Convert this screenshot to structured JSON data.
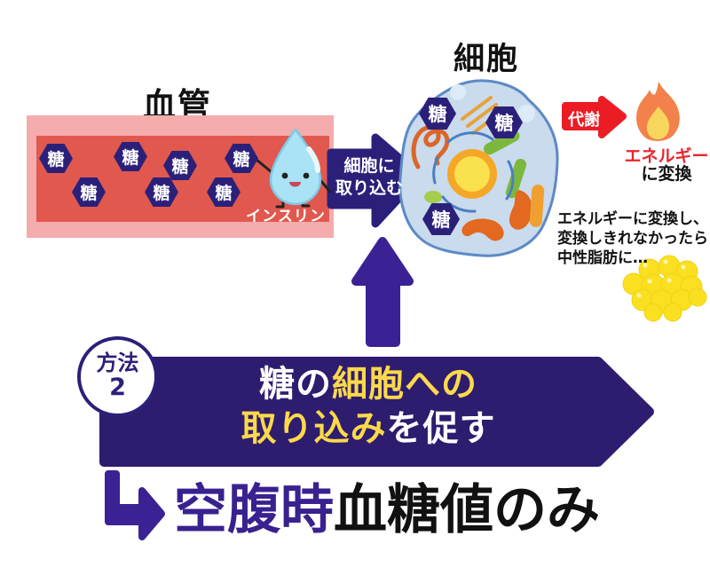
{
  "vessel": {
    "label": "血管",
    "sugar_label": "糖"
  },
  "cell": {
    "label": "細胞",
    "sugar_label": "糖"
  },
  "insulin": {
    "label": "インスリン"
  },
  "uptake_arrow": {
    "line1": "細胞に",
    "line2": "取り込む"
  },
  "metabolism_arrow": {
    "label": "代謝"
  },
  "energy": {
    "highlight": "エネルギー",
    "suffix": "に変換"
  },
  "fat_note": {
    "line1": "エネルギーに変換し、",
    "line2": "変換しきれなかったら",
    "line3": "中性脂肪に…"
  },
  "method_badge": {
    "line1": "方法",
    "line2": "2"
  },
  "banner": {
    "seg1": "糖の",
    "seg2": "細胞への",
    "seg3": "取り込み",
    "seg4": "を促す"
  },
  "conclusion": {
    "highlight": "空腹時",
    "rest": "血糖値のみ"
  },
  "colors": {
    "hexagon_purple": "#2B2079",
    "banner_purple": "#2E1C6F",
    "arrow_purple": "#3A2194",
    "vessel_pink": "#F4ACAD",
    "vessel_red": "#E1584E",
    "metabolism_red": "#EC1C24",
    "energy_red": "#E8252C",
    "banner_yellow": "#FBD94A",
    "fat_yellow": "#FAE021",
    "cell_fill": "#C9DBEC",
    "cell_stroke": "#5D89C6",
    "insulin_blue": "#A9E3F5",
    "highlight_purple": "#392190"
  }
}
